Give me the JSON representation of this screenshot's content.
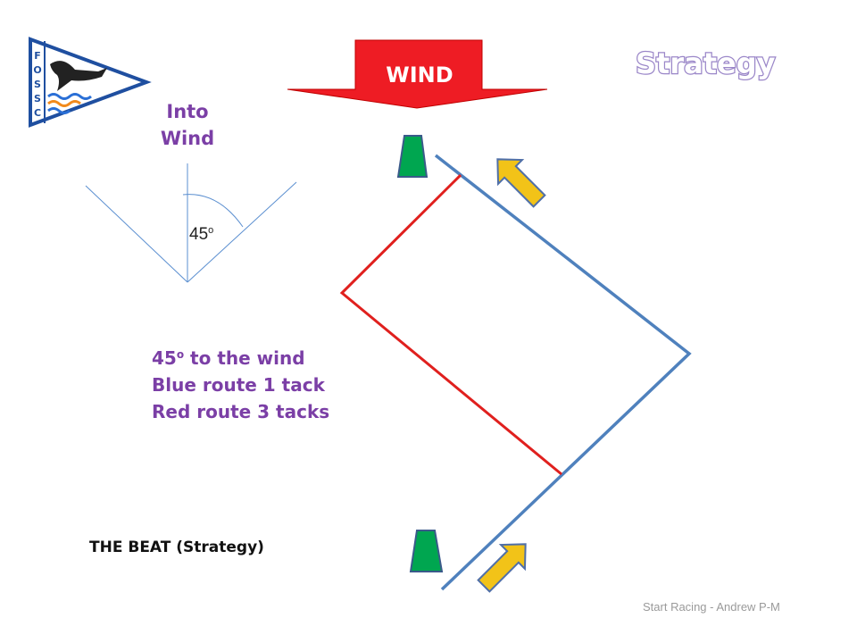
{
  "header": {
    "title": "Strategy",
    "wind_label": "WIND"
  },
  "logo": {
    "letters": [
      "F",
      "O",
      "S",
      "S",
      "C"
    ]
  },
  "angle_diagram": {
    "caption_line1": "Into",
    "caption_line2": "Wind",
    "angle_value": "45",
    "angle_sup": "o"
  },
  "notes": {
    "line1_value": "45",
    "line1_sup": "o",
    "line1_rest": " to the wind",
    "line2": "Blue route 1 tack",
    "line3": "Red route 3 tacks"
  },
  "caption": "THE BEAT (Strategy)",
  "footer": "Start Racing - Andrew P-M",
  "colors": {
    "blue_route": "#4f81bd",
    "red_route": "#e0201e",
    "mark": "#00a650",
    "arrow": "#f2c318",
    "wind_banner": "#ee1c24",
    "text_purple": "#7b3fa6"
  }
}
